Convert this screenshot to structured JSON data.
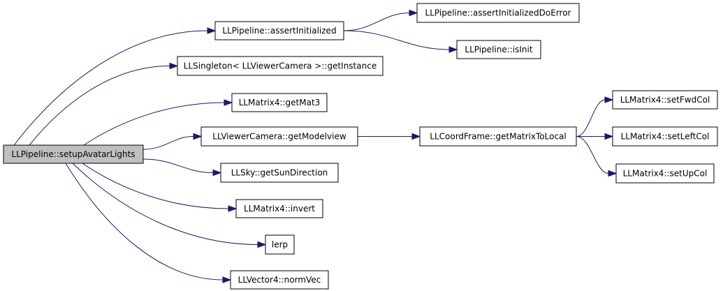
{
  "graph": {
    "root": "n_root",
    "nodes": [
      {
        "id": "n_root",
        "label": "LLPipeline::setupAvatarLights",
        "root": true
      },
      {
        "id": "n_ai",
        "label": "LLPipeline::assertInitialized"
      },
      {
        "id": "n_aide",
        "label": "LLPipeline::assertInitializedDoError"
      },
      {
        "id": "n_isinit",
        "label": "LLPipeline::isInit"
      },
      {
        "id": "n_single",
        "label": "LLSingleton< LLViewerCamera >::getInstance"
      },
      {
        "id": "n_mat3",
        "label": "LLMatrix4::getMat3"
      },
      {
        "id": "n_mv",
        "label": "LLViewerCamera::getModelview"
      },
      {
        "id": "n_mtl",
        "label": "LLCoordFrame::getMatrixToLocal"
      },
      {
        "id": "n_fwd",
        "label": "LLMatrix4::setFwdCol"
      },
      {
        "id": "n_left",
        "label": "LLMatrix4::setLeftCol"
      },
      {
        "id": "n_up",
        "label": "LLMatrix4::setUpCol"
      },
      {
        "id": "n_sun",
        "label": "LLSky::getSunDirection"
      },
      {
        "id": "n_inv",
        "label": "LLMatrix4::invert"
      },
      {
        "id": "n_lerp",
        "label": "lerp"
      },
      {
        "id": "n_norm",
        "label": "LLVector4::normVec"
      }
    ],
    "edges": [
      {
        "from": "n_root",
        "to": "n_ai"
      },
      {
        "from": "n_root",
        "to": "n_single"
      },
      {
        "from": "n_root",
        "to": "n_mat3"
      },
      {
        "from": "n_root",
        "to": "n_mv"
      },
      {
        "from": "n_root",
        "to": "n_sun"
      },
      {
        "from": "n_root",
        "to": "n_inv"
      },
      {
        "from": "n_root",
        "to": "n_lerp"
      },
      {
        "from": "n_root",
        "to": "n_norm"
      },
      {
        "from": "n_ai",
        "to": "n_aide"
      },
      {
        "from": "n_ai",
        "to": "n_isinit"
      },
      {
        "from": "n_mv",
        "to": "n_mtl"
      },
      {
        "from": "n_mtl",
        "to": "n_fwd"
      },
      {
        "from": "n_mtl",
        "to": "n_left"
      },
      {
        "from": "n_mtl",
        "to": "n_up"
      }
    ],
    "colors": {
      "edge": "#191970",
      "root_fill": "#bfbfbf",
      "node_fill": "#ffffff",
      "border": "#000000"
    }
  }
}
